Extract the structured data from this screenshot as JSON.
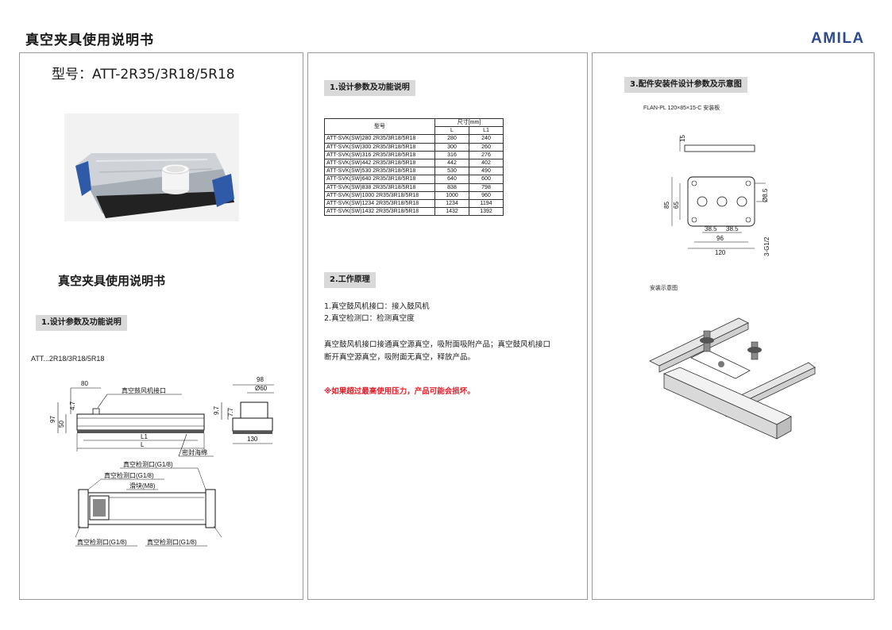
{
  "header": {
    "doc_title": "真空夹具使用说明书",
    "brand": "AMILA"
  },
  "col1": {
    "model_title": "型号：ATT-2R35/3R18/5R18",
    "manual_title": "真空夹具使用说明书",
    "section1_label": "1.设计参数及功能说明",
    "drawing_label": "ATT...2R18/3R18/5R18",
    "dims": {
      "d80": "80",
      "d97": "97",
      "d50": "50",
      "d47": "4.7",
      "d98": "98",
      "d60": "Ø60",
      "d97b": "9.7",
      "d77": "7.7",
      "d130": "130",
      "L1": "L1",
      "L": "L"
    },
    "callouts": {
      "blower": "真空鼓风机接口",
      "sponge": "密封海绵",
      "port_a": "真空检测口(G1/8)",
      "port_b": "真空检测口(G1/8)",
      "slider": "滑块(M8)",
      "port_c": "真空检测口(G1/8)",
      "port_d": "真空检测口(G1/8)"
    }
  },
  "col2": {
    "section1_label": "1.设计参数及功能说明",
    "table": {
      "h_model": "型号",
      "h_size": "尺寸[mm]",
      "h_L": "L",
      "h_L1": "L1",
      "rows": [
        {
          "model": "ATT-SVK(SW)280 2R35/3R18/5R18",
          "L": "280",
          "L1": "240"
        },
        {
          "model": "ATT-SVK(SW)300 2R35/3R18/5R18",
          "L": "300",
          "L1": "260"
        },
        {
          "model": "ATT-SVK(SW)316 2R35/3R18/5R18",
          "L": "316",
          "L1": "276"
        },
        {
          "model": "ATT-SVK(SW)442 2R35/3R18/5R18",
          "L": "442",
          "L1": "402"
        },
        {
          "model": "ATT-SVK(SW)530 2R35/3R18/5R18",
          "L": "530",
          "L1": "490"
        },
        {
          "model": "ATT-SVK(SW)640 2R35/3R18/5R18",
          "L": "640",
          "L1": "600"
        },
        {
          "model": "ATT-SVK(SW)838 2R35/3R18/5R18",
          "L": "838",
          "L1": "798"
        },
        {
          "model": "ATT-SVK(SW)1000 2R35/3R18/5R18",
          "L": "1000",
          "L1": "960"
        },
        {
          "model": "ATT-SVK(SW)1234 2R35/3R18/5R18",
          "L": "1234",
          "L1": "1194"
        },
        {
          "model": "ATT-SVK(SW)1432 2R35/3R18/5R18",
          "L": "1432",
          "L1": "1392"
        }
      ]
    },
    "section2_label": "2.工作原理",
    "principle_line1": "1.真空鼓风机接口：接入鼓风机",
    "principle_line2": "2.真空检测口：检测真空度",
    "description_line1": "真空鼓风机接口接通真空源真空，吸附面吸附产品；真空鼓风机接口",
    "description_line2": "断开真空源真空，吸附面无真空，释放产品。",
    "warning": "※如果超过最高使用压力，产品可能会损坏。"
  },
  "col3": {
    "section3_label": "3.配件安装件设计参数及示意图",
    "plate_caption": "FLAN-PL 120×85×15-C 安装板",
    "dims": {
      "d15": "15",
      "d85": "85",
      "d65": "65",
      "d8_5": "Ø8.5",
      "thread": "3-G1/2",
      "d38a": "38.5",
      "d38b": "38.5",
      "d96": "96",
      "d120": "120"
    },
    "install_caption": "安装示意图"
  },
  "colors": {
    "brand": "#2c4a8a",
    "warning": "#e0202a",
    "section_bg": "#d9d9d9",
    "product_blue": "#2f5aa8"
  }
}
